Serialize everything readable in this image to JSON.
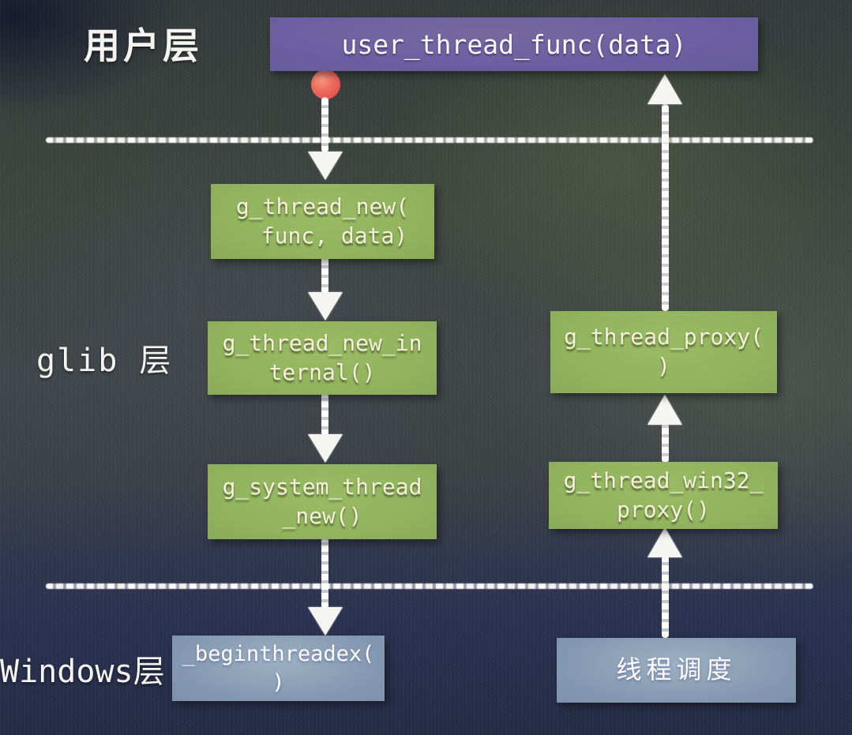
{
  "layers": {
    "user": "用户层",
    "glib": "glib 层",
    "windows": "Windows层"
  },
  "nodes": {
    "user_thread_func": {
      "line1": "user_thread_func(data)"
    },
    "g_thread_new": {
      "line1": "g_thread_new(",
      "line2": "func, data)"
    },
    "g_thread_new_internal": {
      "line1": "g_thread_new_in",
      "line2": "ternal()"
    },
    "g_system_thread_new": {
      "line1": "g_system_thread",
      "line2": "_new()"
    },
    "beginthreadex": {
      "line1": "_beginthreadex(",
      "line2": ")"
    },
    "g_thread_proxy": {
      "line1": "g_thread_proxy(",
      "line2": ")"
    },
    "g_thread_win32_proxy": {
      "line1": "g_thread_win32_",
      "line2": "proxy()"
    },
    "thread_schedule": {
      "line1": "线程调度"
    }
  },
  "colors": {
    "user_box": "#6c60a2",
    "glib_box": "#92b45e",
    "windows_box": "#8297b0",
    "chalk": "#f5f5f2",
    "origin_dot": "#ef6e5f",
    "background_top": "#3e4540",
    "background_bottom": "#242a46"
  }
}
